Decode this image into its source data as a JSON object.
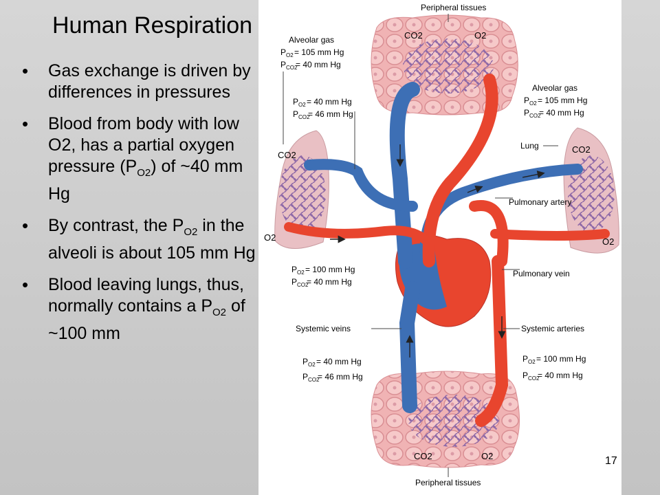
{
  "slide": {
    "title": "Human Respiration",
    "page_number": "17",
    "bullets": [
      {
        "pre": "Gas exchange is driven by differences in pressures"
      },
      {
        "pre": "Blood from body with low O2, has a partial oxygen pressure (P",
        "sub": "O2",
        "post": ") of  ~40 mm Hg"
      },
      {
        "pre": "By contrast, the P",
        "sub": "O2",
        "post": " in the alveoli is about 105 mm Hg"
      },
      {
        "pre": "Blood leaving lungs, thus, normally contains a P",
        "sub": "O2",
        "post": " of ~100 mm"
      }
    ]
  },
  "diagram": {
    "labels": {
      "peripheral_top": "Peripheral tissues",
      "peripheral_bottom": "Peripheral tissues",
      "alveolar_gas_left": "Alveolar gas",
      "alveolar_gas_right": "Alveolar gas",
      "lung": "Lung",
      "pulmonary_artery": "Pulmonary artery",
      "pulmonary_vein": "Pulmonary vein",
      "systemic_veins": "Systemic veins",
      "systemic_arteries": "Systemic arteries",
      "co2": "CO2",
      "o2": "O2"
    },
    "readings": {
      "alveolar_left_po2": "= 105 mm Hg",
      "alveolar_left_pco2": "= 40 mm Hg",
      "venous_upper_po2": "= 40 mm Hg",
      "venous_upper_pco2": "= 46 mm Hg",
      "alveolar_right_po2": "= 105 mm Hg",
      "alveolar_right_pco2": "= 40 mm Hg",
      "arterial_mid_po2": "= 100 mm Hg",
      "arterial_mid_pco2": "= 40 mm Hg",
      "venous_lower_po2": "= 40 mm Hg",
      "venous_lower_pco2": "= 46 mm Hg",
      "arterial_lower_po2": "= 100 mm Hg",
      "arterial_lower_pco2": "= 40 mm Hg"
    }
  },
  "colors": {
    "oxygenated": "#e8452e",
    "deoxygenated": "#3d6fb5",
    "tissue": "#f0b3b4",
    "lung": "#e9c0c4",
    "capillary": "#8f6aa8",
    "background": "#c9c9c9"
  }
}
